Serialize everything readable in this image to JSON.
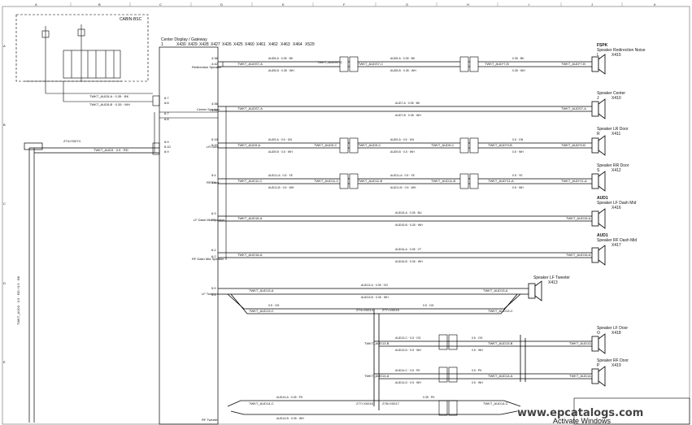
{
  "grid": {
    "columns": [
      "A",
      "B",
      "C",
      "D",
      "E",
      "F",
      "G",
      "H",
      "I",
      "J",
      "K"
    ],
    "rows": [
      "A",
      "B",
      "C",
      "D",
      "E"
    ]
  },
  "module": {
    "title": "Center Display / Gateway",
    "number": "1",
    "connectors": [
      "X430",
      "X429",
      "X428",
      "X427",
      "X426",
      "X425",
      "X460",
      "X461",
      "X462",
      "X463",
      "X464",
      "X529"
    ],
    "cabin_label": "CABIN-BSC"
  },
  "speakers": [
    {
      "tag": "FSPK",
      "name": "Speaker Redirection Noise",
      "pos": "L",
      "conn": "X415"
    },
    {
      "tag": "",
      "name": "Speaker Center",
      "pos": "J",
      "conn": "X410"
    },
    {
      "tag": "",
      "name": "Speaker LR Door",
      "pos": "R",
      "conn": "X411"
    },
    {
      "tag": "",
      "name": "Speaker RR Door",
      "pos": "S",
      "conn": "X412"
    },
    {
      "tag": "AUD1",
      "name": "Speaker LF Dash Mid",
      "pos": "",
      "conn": "X416"
    },
    {
      "tag": "AUD1",
      "name": "Speaker RF Dash Mid",
      "pos": "",
      "conn": "X417"
    },
    {
      "tag": "",
      "name": "Speaker LF Tweeter",
      "pos": "",
      "conn": "X413"
    },
    {
      "tag": "",
      "name": "Speaker LF Door",
      "pos": "O",
      "conn": "X418"
    },
    {
      "tag": "",
      "name": "Speaker RF Door",
      "pos": "P",
      "conn": "X419"
    }
  ],
  "pin_labels": [
    "Redirection Speaker",
    "Center Speaker",
    "LR Door",
    "RR Door",
    "LF Dash Mid Speaker",
    "RF Dash Mid Speaker",
    "LF Tweeter",
    "RF Tweeter"
  ],
  "wires": {
    "redirection": [
      "TWKT_AUDS7-A",
      "TWKT_AUDS7-C",
      "TWKT_AUD*7-B"
    ],
    "center": [
      "TWKT_AUDS7-A"
    ],
    "lr_door": [
      "TWKT_AUD9-A",
      "TWKT_AUD9-C",
      "TWKT_AUD*9-B"
    ],
    "rr_door": [
      "TWKT_AUD11-C",
      "TWKT_AUD11-B",
      "TWKT_AUD*11-A"
    ],
    "lf_dash": [
      "TWKT_AUD15-A"
    ],
    "rf_dash": [
      "TWKT_AUD16-A"
    ],
    "lf_tweeter": [
      "TWKT_AUD13-A",
      "TWKT_AUD13-C",
      "TWKT_AUD13-B"
    ],
    "rf_tweeter": [
      "TWKT_AUD14-A",
      "TWKT_AUD14-C"
    ]
  },
  "splices": [
    "Z74>X0074",
    "Z74>X0014",
    "Z77>X0015",
    "Z77>X0016",
    "Z78>X0017"
  ],
  "watermark": {
    "text": "www.epcatalogs.com",
    "sub": "Activate Windows"
  }
}
